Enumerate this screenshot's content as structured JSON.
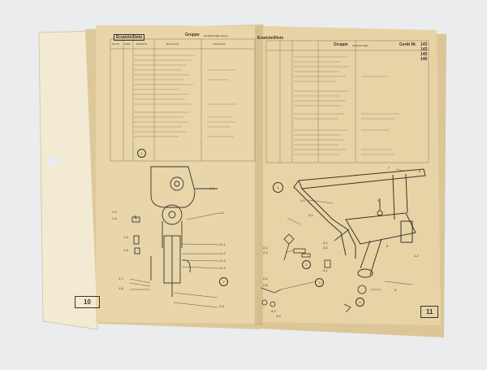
{
  "left_page": {
    "header_box": "Ersatzteilliste",
    "header_group": "Gruppe",
    "header_group_name": "Geräteschräge aliepen",
    "col_headers": [
      "Pos Nr.",
      "Stück",
      "Bestell-Nr.",
      "Benennung",
      "Anmerkung"
    ],
    "circle_labels": [
      "1",
      "2"
    ],
    "callouts": [
      "1-1",
      "1-2",
      "1-3",
      "1-4",
      "1-5",
      "1-6",
      "1-7",
      "1-8",
      "2-1",
      "2-2",
      "2-3",
      "2-4",
      "2-5"
    ],
    "page_number": "10"
  },
  "right_page": {
    "header_box": "Ersatzteilliste",
    "header_group": "Gruppe",
    "header_group_name": "Geräteschräge",
    "header_device": "Gerät Nr.",
    "device_numbers": [
      "143",
      "143",
      "145",
      "146"
    ],
    "circle_labels": [
      "1",
      "2",
      "3",
      "4"
    ],
    "callouts": [
      "1-1",
      "1-2",
      "2-1",
      "2-2",
      "2-3",
      "2-4",
      "2-5",
      "3-1",
      "3-2",
      "4-1",
      "4-2",
      "4-3",
      "5",
      "6",
      "7",
      "8",
      "9"
    ],
    "page_number": "11"
  },
  "colors": {
    "background": "#ebecee",
    "page": "#e6d3a9",
    "cover": "#f4ecd6",
    "ink": "#3a3328"
  }
}
